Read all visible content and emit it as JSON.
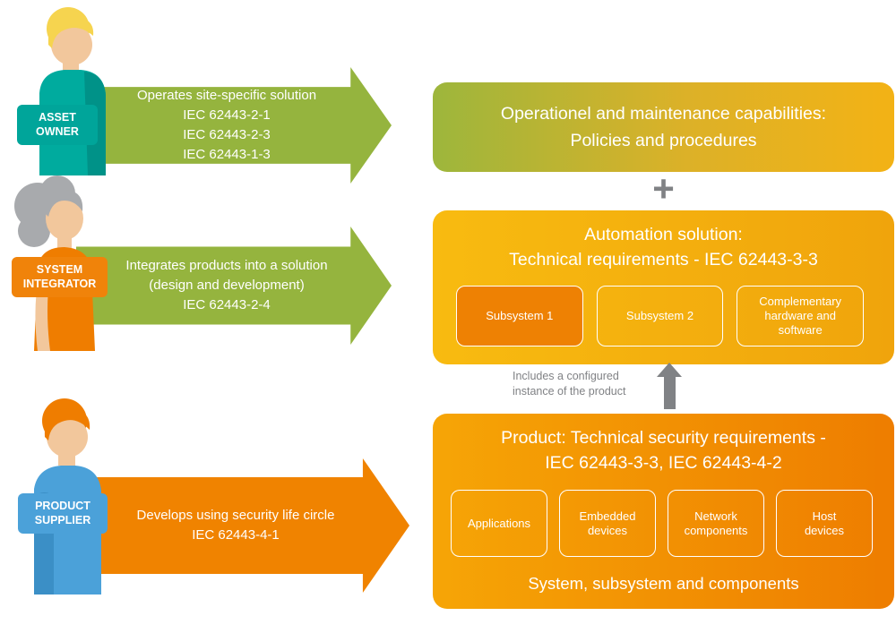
{
  "personas": [
    {
      "label": "ASSET\nOWNER"
    },
    {
      "label": "SYSTEM\nINTEGRATOR"
    },
    {
      "label": "PRODUCT\nSUPPLIER"
    }
  ],
  "arrows": [
    {
      "text": "Operates site-specific solution\nIEC 62443-2-1\nIEC 62443-2-3\nIEC 62443-1-3"
    },
    {
      "text": "Integrates products into a solution\n(design and development)\nIEC 62443-2-4"
    },
    {
      "text": "Develops using security life circle\nIEC 62443-4-1"
    }
  ],
  "operational_box": {
    "text": "Operationel and maintenance capabilities:\nPolicies and procedures"
  },
  "plus": "+",
  "automation_box": {
    "title": "Automation solution:\nTechnical requirements - IEC 62443-3-3",
    "subsystems": [
      {
        "label": "Subsystem 1"
      },
      {
        "label": "Subsystem 2"
      },
      {
        "label": "Complementary\nhardware and\nsoftware"
      }
    ]
  },
  "configured_note": "Includes a configured\ninstance of the product",
  "product_box": {
    "title": "Product: Technical security requirements -\nIEC 62443-3-3, IEC 62443-4-2",
    "components": [
      {
        "label": "Applications"
      },
      {
        "label": "Embedded\ndevices"
      },
      {
        "label": "Network\ncomponents"
      },
      {
        "label": "Host\ndevices"
      }
    ],
    "footer": "System, subsystem and components"
  },
  "colors": {
    "green": "#95b43e",
    "orange": "#f08300",
    "teal": "#00a59a",
    "blue": "#4ba1d9",
    "gold": "#f5b30c",
    "deep_orange": "#ee7d00",
    "gray": "#808285"
  }
}
